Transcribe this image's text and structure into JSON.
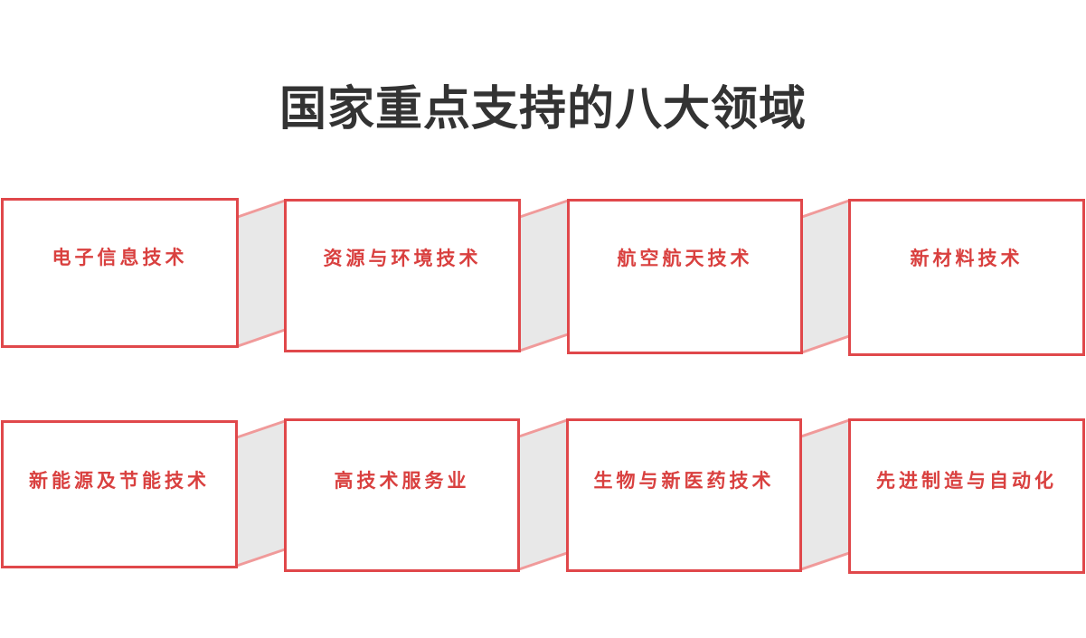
{
  "title": "国家重点支持的八大领域",
  "areas": [
    "电子信息技术",
    "资源与环境技术",
    "航空航天技术",
    "新材料技术",
    "新能源及节能技术",
    "高技术服务业",
    "生物与新医药技术",
    "先进制造与自动化"
  ],
  "colors": {
    "border": "#e0484b",
    "text": "#d9403f",
    "connector_fill": "#e8e8e8",
    "connector_edge": "#f09a9a"
  }
}
